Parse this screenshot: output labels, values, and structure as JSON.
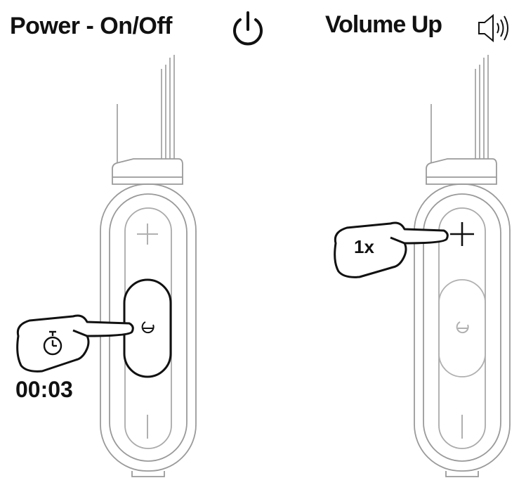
{
  "panels": [
    {
      "title": "Power - On/Off",
      "icon": "power-icon",
      "press_icon": "stopwatch-icon",
      "press_text": "00:03",
      "highlighted_button": "power"
    },
    {
      "title": "Volume Up",
      "icon": "speaker-volume-icon",
      "press_text": "1x",
      "highlighted_button": "plus"
    }
  ],
  "colors": {
    "ink": "#111111",
    "device_outline": "#9a9a9a",
    "device_buttons": "#b0b0b0"
  }
}
